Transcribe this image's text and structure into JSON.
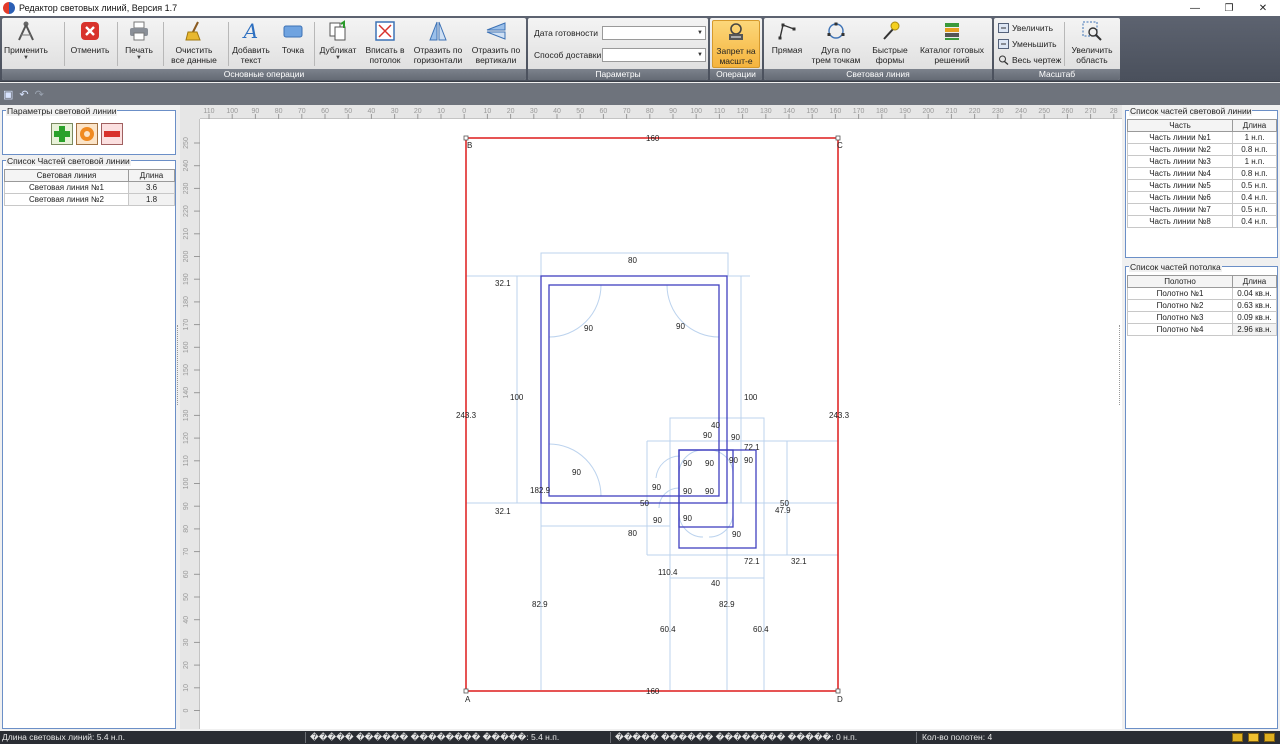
{
  "window": {
    "title": "Редактор световых линий, Версия 1.7"
  },
  "ribbon": {
    "groups": {
      "main": "Основные операции",
      "params": "Параметры",
      "ops": "Операции",
      "light": "Световая линия",
      "scale": "Масштаб"
    },
    "buttons": {
      "apply": "Применить",
      "cancel": "Отменить",
      "print": "Печать",
      "clear_1": "Очистить",
      "clear_2": "все данные",
      "addtext_1": "Добавить",
      "addtext_2": "текст",
      "point": "Точка",
      "dup": "Дубликат",
      "fit_1": "Вписать в",
      "fit_2": "потолок",
      "mirh_1": "Отразить по",
      "mirh_2": "горизонтали",
      "mirv_1": "Отразить по",
      "mirv_2": "вертикали",
      "ban_1": "Запрет на",
      "ban_2": "масшт-е",
      "line": "Прямая",
      "arc_1": "Дуга по",
      "arc_2": "трем точкам",
      "fast_1": "Быстрые",
      "fast_2": "формы",
      "catalog_1": "Каталог готовых",
      "catalog_2": "решений",
      "zoom_in": "Увеличить",
      "zoom_out": "Уменьшить",
      "whole": "Весь чертеж",
      "zoom_area_1": "Увеличить",
      "zoom_area_2": "область"
    },
    "params": {
      "ready_label": "Дата готовности",
      "ready_value": "",
      "delivery_label": "Способ доставки",
      "delivery_value": ""
    }
  },
  "left": {
    "params_title": "Параметры световой линии",
    "list_title": "Список Частей световой линии",
    "headers": [
      "Световая линия",
      "Длина"
    ],
    "rows": [
      [
        "Световая линия №1",
        "3.6"
      ],
      [
        "Световая линия №2",
        "1.8"
      ]
    ]
  },
  "right": {
    "parts_title": "Список частей световой линии",
    "parts_headers": [
      "Часть",
      "Длина"
    ],
    "parts": [
      [
        "Часть линии №1",
        "1 н.п."
      ],
      [
        "Часть линии №2",
        "0.8 н.п."
      ],
      [
        "Часть линии №3",
        "1 н.п."
      ],
      [
        "Часть линии №4",
        "0.8 н.п."
      ],
      [
        "Часть линии №5",
        "0.5 н.п."
      ],
      [
        "Часть линии №6",
        "0.4 н.п."
      ],
      [
        "Часть линии №7",
        "0.5 н.п."
      ],
      [
        "Часть линии №8",
        "0.4 н.п."
      ]
    ],
    "ceil_title": "Список частей потолка",
    "ceil_headers": [
      "Полотно",
      "Длина"
    ],
    "ceil": [
      [
        "Полотно №1",
        "0.04 кв.н."
      ],
      [
        "Полотно №2",
        "0.63 кв.н."
      ],
      [
        "Полотно №3",
        "0.09 кв.н."
      ],
      [
        "Полотно №4",
        "2.96 кв.н."
      ]
    ]
  },
  "ruler": {
    "h": [
      "110",
      "100",
      "90",
      "80",
      "70",
      "60",
      "50",
      "40",
      "30",
      "20",
      "10",
      "0",
      "10",
      "20",
      "30",
      "40",
      "50",
      "60",
      "70",
      "80",
      "90",
      "100",
      "110",
      "120",
      "130",
      "140",
      "150",
      "160",
      "170",
      "180",
      "190",
      "200",
      "210",
      "220",
      "230",
      "240",
      "250",
      "260",
      "270",
      "28"
    ],
    "v": [
      "250",
      "240",
      "230",
      "220",
      "210",
      "200",
      "190",
      "180",
      "170",
      "160",
      "150",
      "140",
      "130",
      "120",
      "110",
      "100",
      "90",
      "80",
      "70",
      "60",
      "50",
      "40",
      "30",
      "20",
      "10",
      "0",
      "10"
    ]
  },
  "drawing": {
    "corners": {
      "a": "A",
      "b": "B",
      "c": "C",
      "d": "D"
    },
    "dims": {
      "top": "160",
      "bottom": "160",
      "left": "243.3",
      "right": "243.3",
      "w80a": "80",
      "w80b": "80",
      "d321a": "32.1",
      "d321b": "32.1",
      "d321c": "32.1",
      "h100a": "100",
      "h100b": "100",
      "a90_1": "90",
      "a90_2": "90",
      "a90_3": "90",
      "d1829": "182.9",
      "d40a": "40",
      "d40b": "40",
      "d721a": "72.1",
      "d721b": "72.1",
      "d50a": "50",
      "d50b": "50",
      "d479": "47.9",
      "d1104": "110.4",
      "d829a": "82.9",
      "d829b": "82.9",
      "d604a": "60.4",
      "d604b": "60.4",
      "s1": "90",
      "s2": "90",
      "s3": "90",
      "s4": "90",
      "s5": "90",
      "s6": "90",
      "s7": "90",
      "s8": "90",
      "s9": "90",
      "s10": "90",
      "s11": "90",
      "s12": "90"
    }
  },
  "status": {
    "length": "Длина световых линий: 5.4 н.п.",
    "mid1": "����� ������ �������� �����: 5.4 н.п.",
    "mid2": "����� ������ �������� �����: 0 н.п.",
    "count": "Кол-во полотен: 4"
  }
}
